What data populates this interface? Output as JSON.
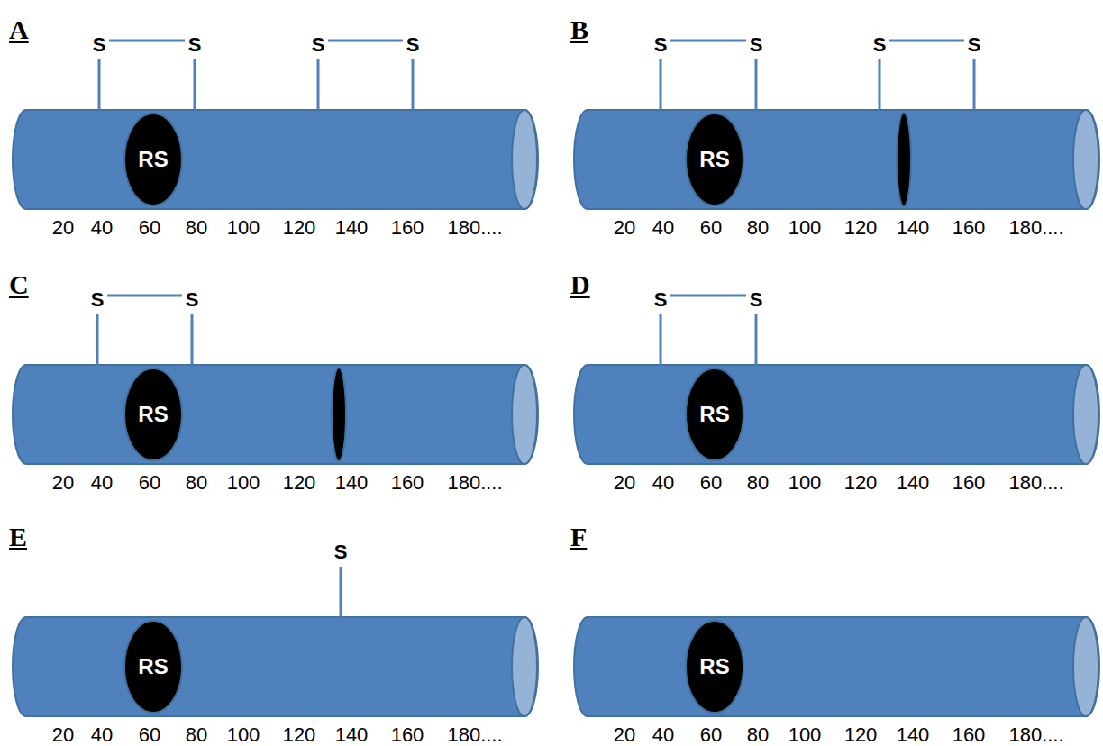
{
  "diagram": {
    "nodes": [
      {
        "text": [
          "RS"
        ]
      },
      {
        "text": [
          "RS"
        ]
      },
      {
        "text": [
          "RS"
        ]
      },
      {
        "text": [
          "RS"
        ]
      },
      {
        "text": [
          "RS"
        ]
      },
      {
        "text": [
          "RS"
        ]
      }
    ],
    "labels": [
      "A",
      "S",
      "S",
      "S",
      "S",
      "20",
      "40",
      "60",
      "80",
      "100",
      "120",
      "140",
      "160",
      "180....",
      "B",
      "S",
      "S",
      "S",
      "S",
      "20",
      "40",
      "60",
      "80",
      "100",
      "120",
      "140",
      "160",
      "180....",
      "C",
      "S",
      "S",
      "20",
      "40",
      "60",
      "80",
      "100",
      "120",
      "140",
      "160",
      "180....",
      "D",
      "S",
      "S",
      "20",
      "40",
      "60",
      "80",
      "100",
      "120",
      "140",
      "160",
      "180....",
      "E",
      "S",
      "20",
      "40",
      "60",
      "80",
      "100",
      "120",
      "140",
      "160",
      "180....",
      "F",
      "20",
      "40",
      "60",
      "80",
      "100",
      "120",
      "140",
      "160",
      "180...."
    ]
  }
}
